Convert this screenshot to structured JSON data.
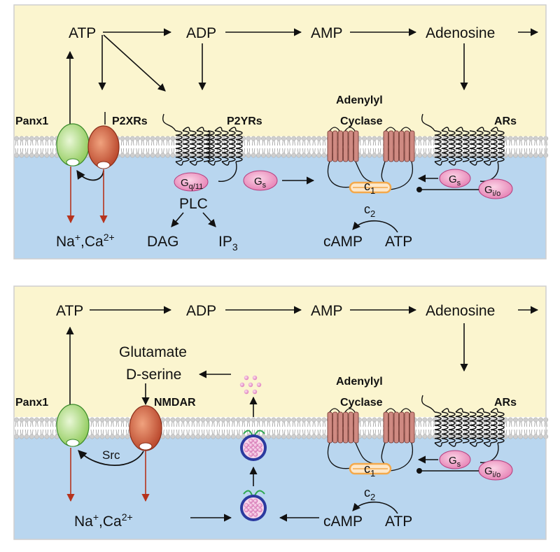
{
  "colors": {
    "extracellular": "#fbf5cf",
    "intracellular": "#b9d6ef",
    "panel_border": "#cfcfcf",
    "membrane_head": "#cfcfcf",
    "panx1": "#9ed36b",
    "p2x": "#c85436",
    "cyclase": "#cf8a82",
    "g_protein": "#ef8fbf",
    "ion_arrow": "#b6331d",
    "c_ring": "#f4a94b",
    "vesicle": "#2b3a9f",
    "vesicle_dots": "#e58cc5",
    "vesicle_tuft": "#2fa84f",
    "released_dots": "#e58cc5"
  },
  "icons": [
    "membrane-bilayer",
    "pannexin-channel",
    "p2x-receptor",
    "seven-transmembrane-receptor",
    "adenylyl-cyclase",
    "g-protein",
    "vesicle",
    "inhibition-arrow"
  ],
  "panel_top": {
    "atp": "ATP",
    "adp": "ADP",
    "amp": "AMP",
    "adenosine": "Adenosine",
    "panx1": "Panx1",
    "p2xrs": "P2XRs",
    "p2yrs": "P2YRs",
    "adenylyl": "Adenylyl",
    "cyclase": "Cyclase",
    "ars": "ARs",
    "gq_main": "G",
    "gq_sub": "q/11",
    "gs_main": "G",
    "gs_sub": "s",
    "ar_gs_main": "G",
    "ar_gs_sub": "s",
    "gio_main": "G",
    "gio_sub": "i/o",
    "c1_main": "c",
    "c1_sub": "1",
    "c2_main": "c",
    "c2_sub": "2",
    "plc": "PLC",
    "dag": "DAG",
    "ip3_main": "IP",
    "ip3_sub": "3",
    "camp": "cAMP",
    "atp2": "ATP",
    "ions_na": "Na",
    "ions_na_sup": "+",
    "ions_ca": ",Ca",
    "ions_ca_sup": "2+"
  },
  "panel_bottom": {
    "atp": "ATP",
    "adp": "ADP",
    "amp": "AMP",
    "adenosine": "Adenosine",
    "glutamate": "Glutamate",
    "dserine": "D-serine",
    "panx1": "Panx1",
    "nmdar": "NMDAR",
    "adenylyl": "Adenylyl",
    "cyclase": "Cyclase",
    "ars": "ARs",
    "src": "Src",
    "gs_main": "G",
    "gs_sub": "s",
    "gio_main": "G",
    "gio_sub": "i/o",
    "c1_main": "c",
    "c1_sub": "1",
    "c2_main": "c",
    "c2_sub": "2",
    "camp": "cAMP",
    "atp2": "ATP",
    "ions_na": "Na",
    "ions_na_sup": "+",
    "ions_ca": ",Ca",
    "ions_ca_sup": "2+"
  }
}
